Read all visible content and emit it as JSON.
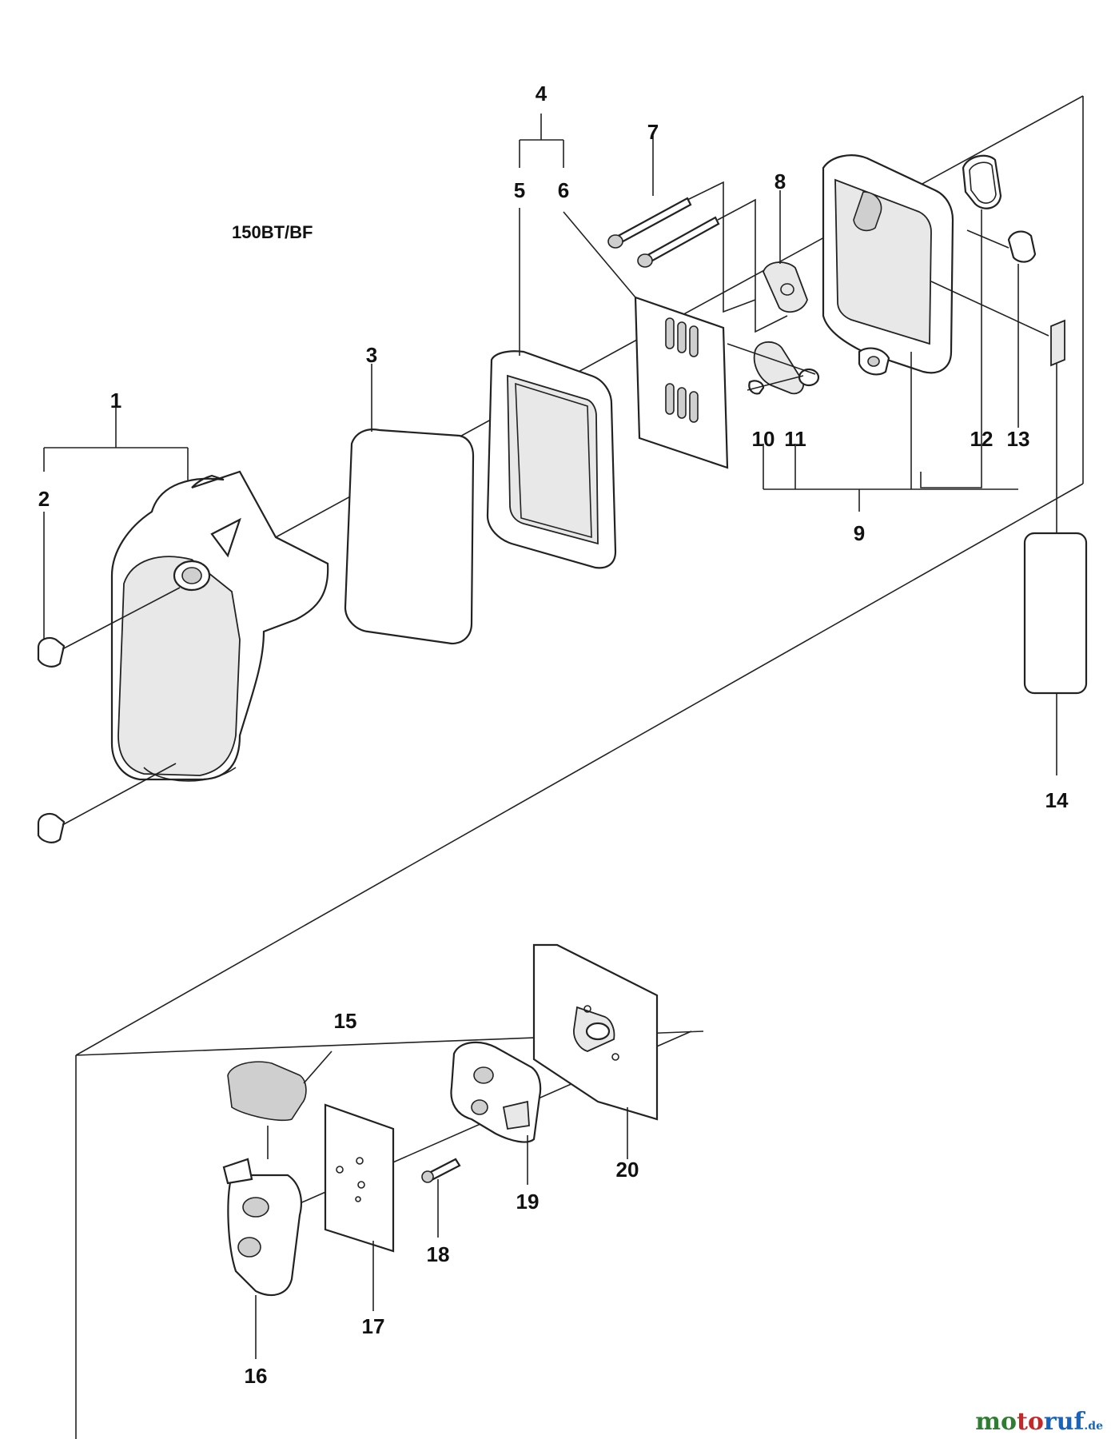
{
  "model_label": "150BT/BF",
  "callouts": [
    "1",
    "2",
    "3",
    "4",
    "5",
    "6",
    "7",
    "8",
    "9",
    "10",
    "11",
    "12",
    "13",
    "14",
    "15",
    "16",
    "17",
    "18",
    "19",
    "20"
  ],
  "watermark": {
    "part1": "mo",
    "part2": "to",
    "part3": "ruf",
    "tld": ".de"
  }
}
